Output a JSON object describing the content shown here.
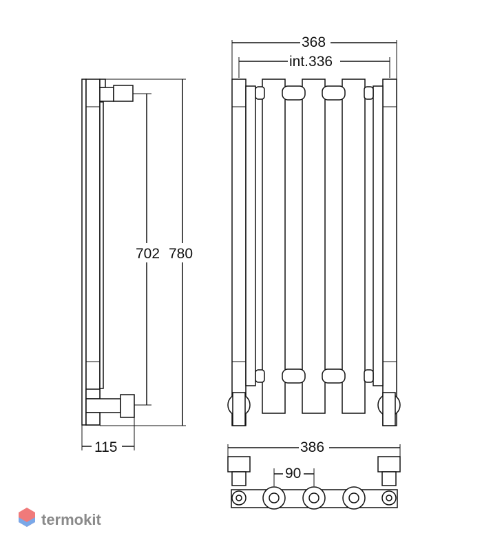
{
  "dimensions": {
    "height_total": "780",
    "height_axis": "702",
    "depth": "115",
    "width_total": "368",
    "width_internal": "int.336",
    "bottom_width": "386",
    "pitch": "90"
  },
  "logo": {
    "text": "termokit"
  },
  "colors": {
    "line": "#111111",
    "logo_red": "#f07a7a",
    "logo_blue": "#7aa8e8"
  }
}
